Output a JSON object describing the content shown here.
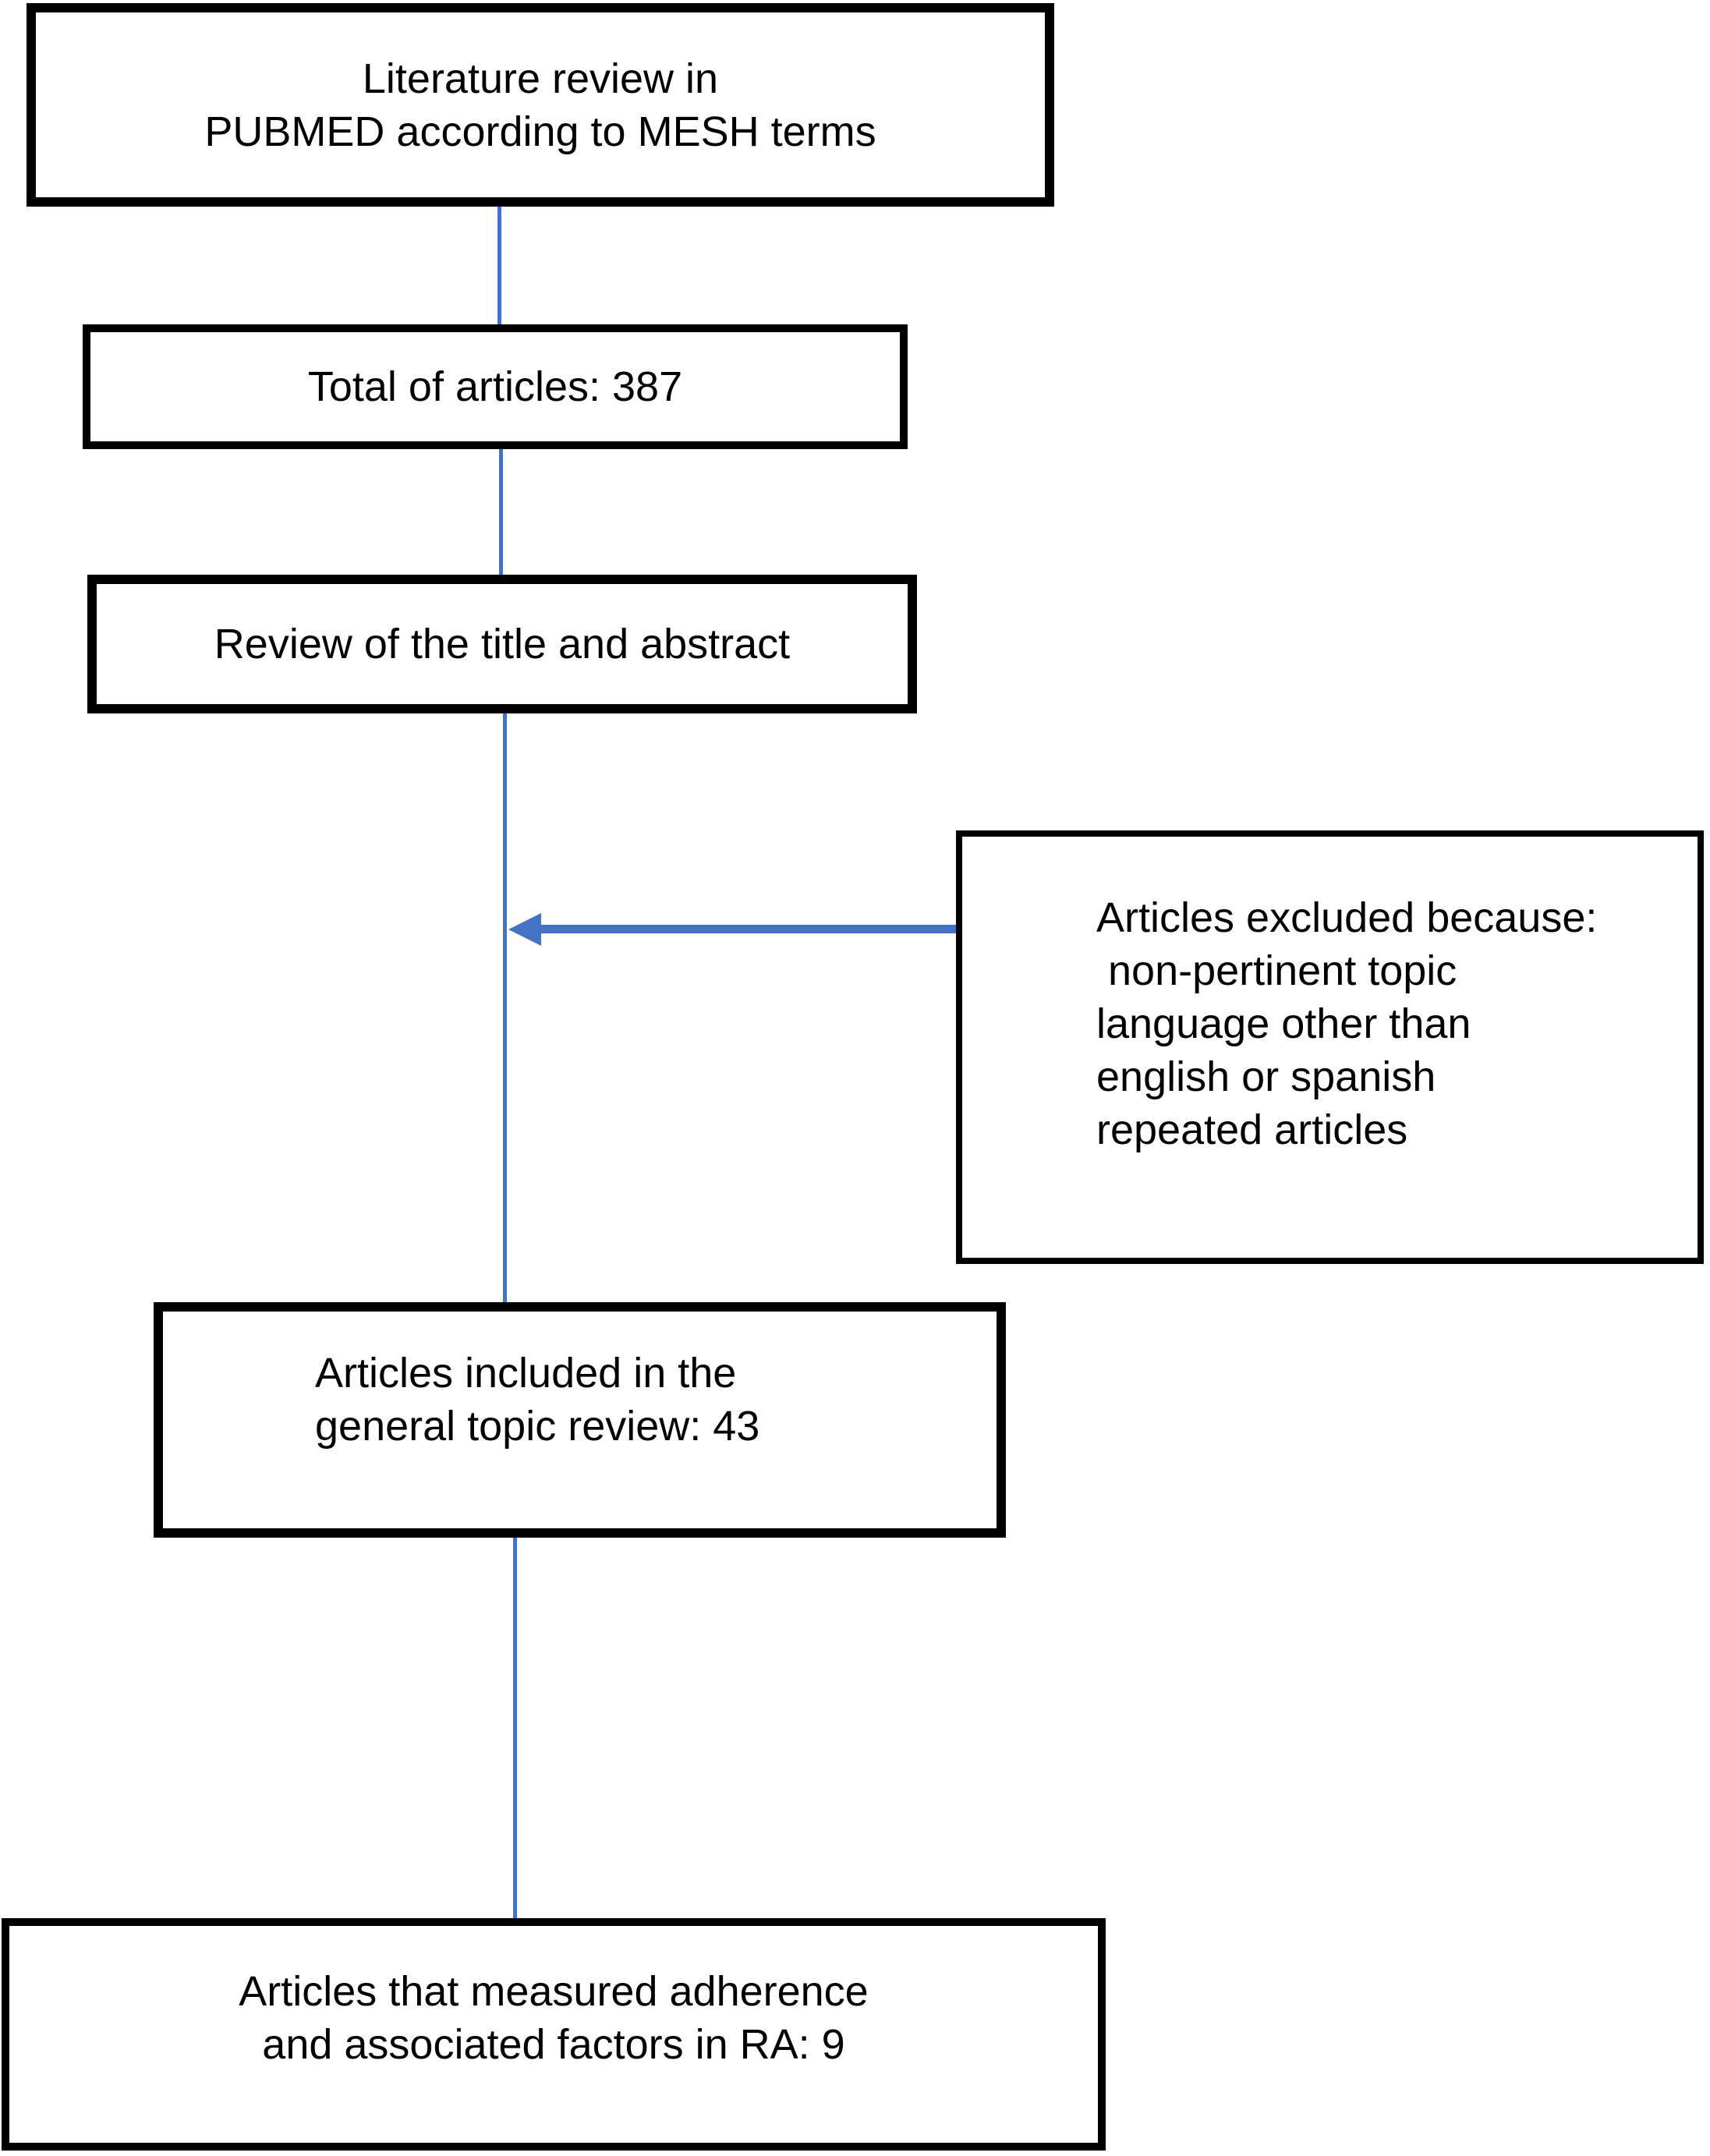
{
  "flowchart": {
    "accent_color": "#4472C4",
    "box_border_color": "#000000",
    "boxes": [
      {
        "name": "literature-review",
        "text": "Literature review in\nPUBMED according to MESH terms"
      },
      {
        "name": "total-articles",
        "text": "Total of articles: 387"
      },
      {
        "name": "title-abstract-review",
        "text": "Review of the title and abstract"
      },
      {
        "name": "articles-excluded",
        "text": "Articles excluded because:\n non-pertinent topic\nlanguage other than\nenglish or spanish\nrepeated articles"
      },
      {
        "name": "included-general-review",
        "text": "Articles included in the\ngeneral topic review: 43"
      },
      {
        "name": "measured-adherence-ra",
        "text": "Articles that measured adherence\nand associated factors in RA: 9"
      }
    ]
  }
}
